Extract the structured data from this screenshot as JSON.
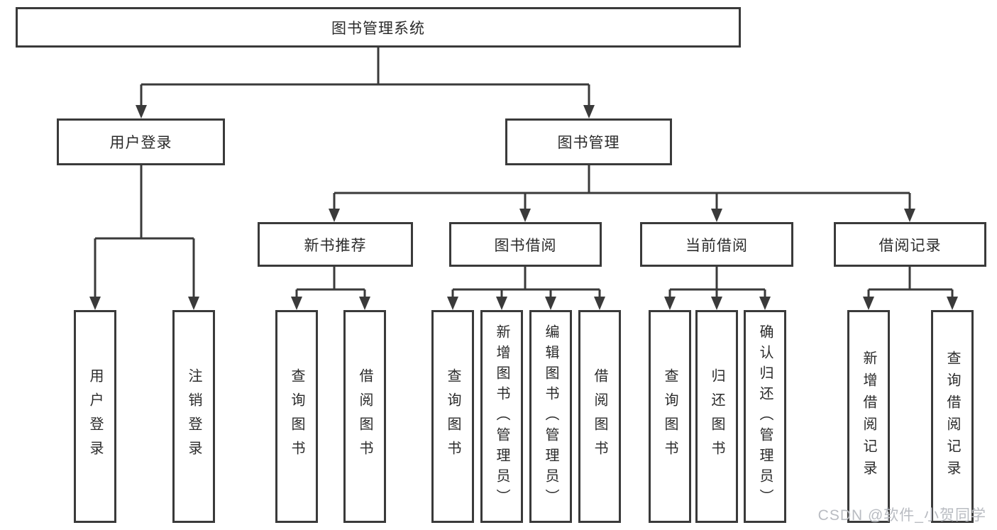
{
  "colors": {
    "background": "#ffffff",
    "line": "#3a3a3a",
    "text": "#2b2b2b",
    "watermark": "#b9bcc2"
  },
  "diagram": {
    "root": {
      "label": "图书管理系统"
    },
    "branches": [
      {
        "label": "用户登录",
        "children": [
          {
            "label": "用户登录"
          },
          {
            "label": "注销登录"
          }
        ]
      },
      {
        "label": "图书管理",
        "modules": [
          {
            "label": "新书推荐",
            "children": [
              {
                "label": "查询图书"
              },
              {
                "label": "借阅图书"
              }
            ]
          },
          {
            "label": "图书借阅",
            "children": [
              {
                "label": "查询图书"
              },
              {
                "label": "新增图书（管理员）"
              },
              {
                "label": "编辑图书（管理员）"
              },
              {
                "label": "借阅图书"
              }
            ]
          },
          {
            "label": "当前借阅",
            "children": [
              {
                "label": "查询图书"
              },
              {
                "label": "归还图书"
              },
              {
                "label": "确认归还（管理员）"
              }
            ]
          },
          {
            "label": "借阅记录",
            "children": [
              {
                "label": "新增借阅记录"
              },
              {
                "label": "查询借阅记录"
              }
            ]
          }
        ]
      }
    ]
  },
  "watermark": {
    "text": "CSDN @软件_小贺同学"
  }
}
